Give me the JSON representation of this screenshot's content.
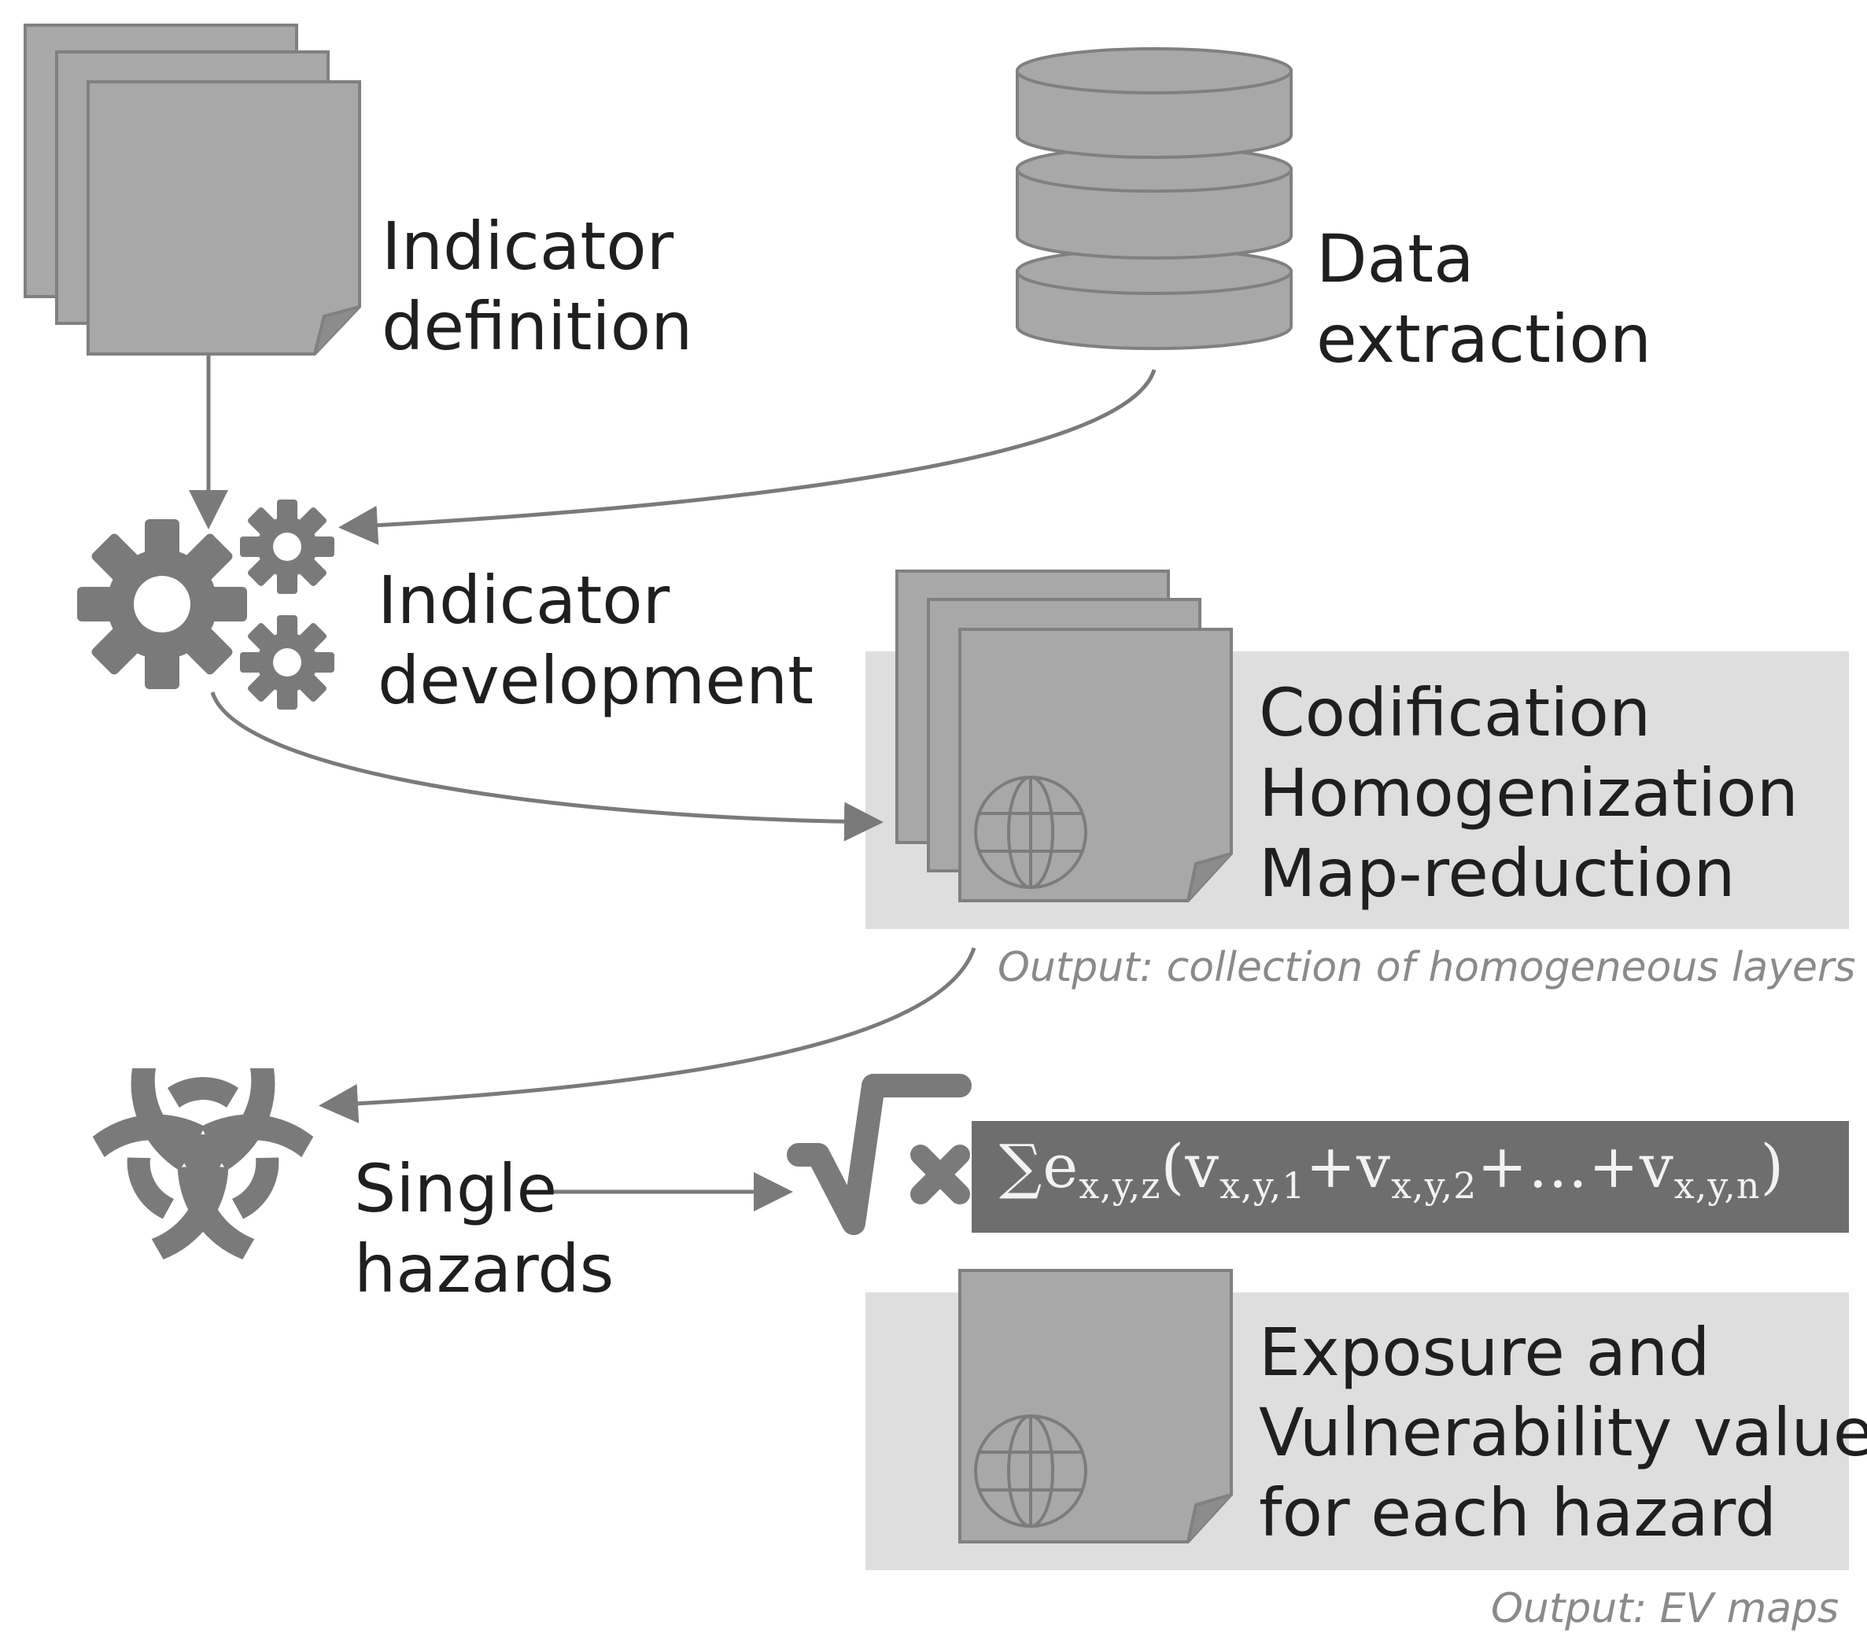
{
  "steps": {
    "indicator_definition": [
      "Indicator",
      "definition"
    ],
    "data_extraction": [
      "Data",
      "extraction"
    ],
    "indicator_development": [
      "Indicator",
      "development"
    ],
    "processing": [
      "Codification",
      "Homogenization",
      "Map-reduction"
    ],
    "single_hazards": [
      "Single",
      "hazards"
    ],
    "ev_values": [
      "Exposure and",
      "Vulnerability values",
      "for each hazard"
    ]
  },
  "outputs": {
    "layers": "Output: collection of homogeneous layers",
    "ev_maps": "Output: EV maps"
  },
  "formula": {
    "sum": "∑e",
    "sub1": "x,y,z",
    "open": "(v",
    "sub2": "x,y,1",
    "plus1": "+v",
    "sub3": "x,y,2",
    "dots": "+…+v",
    "sub4": "x,y,n",
    "close": ")"
  },
  "icons": [
    "document-stack-icon",
    "database-icon",
    "gears-icon",
    "map-document-stack-icon",
    "globe-icon",
    "biohazard-icon",
    "sqrt-times-icon",
    "map-document-icon"
  ],
  "colors": {
    "icon_fill": "#a6a6a6",
    "icon_stroke": "#808080",
    "band": "#dedede",
    "formula_bg": "#6e6e6e",
    "arrow": "#7a7a7a"
  }
}
